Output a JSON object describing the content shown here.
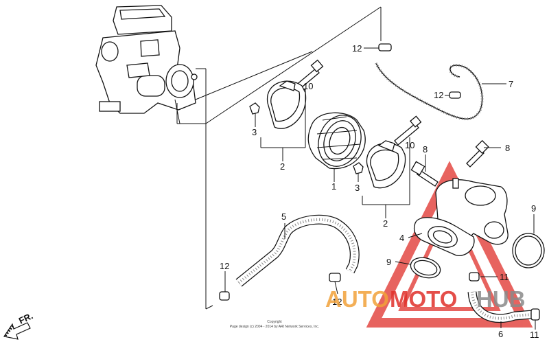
{
  "labels": {
    "p1": "1",
    "p2a": "2",
    "p2b": "2",
    "p3a": "3",
    "p3b": "3",
    "p4": "4",
    "p5": "5",
    "p6": "6",
    "p7": "7",
    "p8a": "8",
    "p8b": "8",
    "p9a": "9",
    "p9b": "9",
    "p10a": "10",
    "p10b": "10",
    "p11a": "11",
    "p11b": "11",
    "p12a": "12",
    "p12b": "12",
    "p12c": "12",
    "p12d": "12"
  },
  "direction": "FR.",
  "copyright": {
    "line1": "Copyright",
    "line2": "Page design (c) 2004 - 2014 by ARI Network Services, Inc."
  },
  "watermark": {
    "part1": "AUTO",
    "part2": "MOTO",
    "part3": "HUB"
  },
  "colors": {
    "watermark_red": "#e0302a",
    "watermark_orange": "#f2a23a",
    "watermark_gray": "#8a8a8a"
  }
}
